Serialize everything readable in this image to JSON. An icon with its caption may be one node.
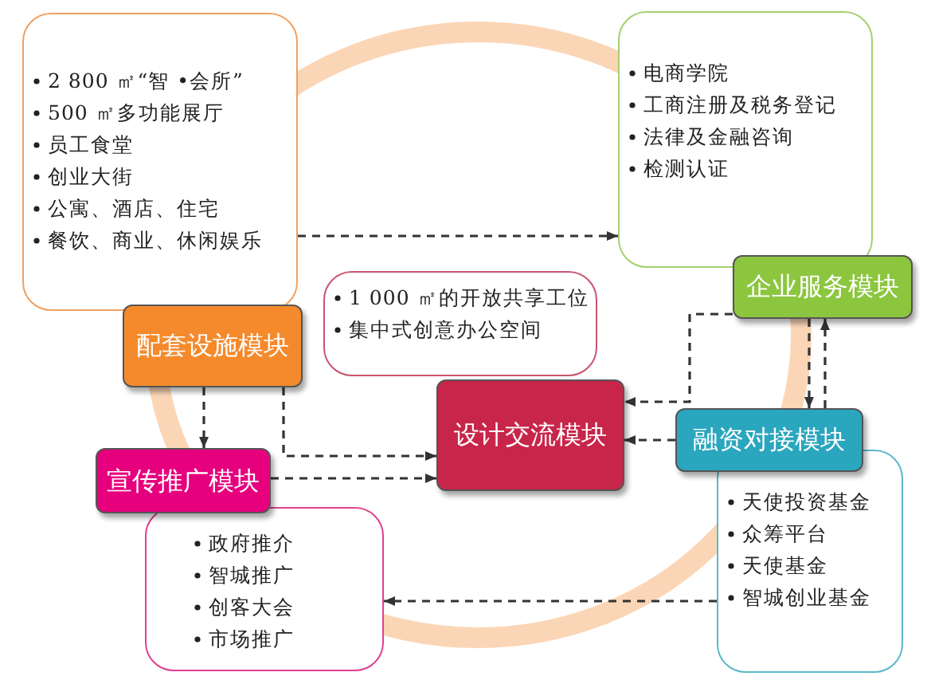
{
  "diagram": {
    "nodes": [
      {
        "text": [
          "2 800 ㎡“智 •会所”",
          "500 ㎡多功能展厅",
          "员工食堂",
          "创业大街",
          "公寓、酒店、住宅",
          "餐饮、商业、休闲娱乐"
        ]
      },
      {
        "text": [
          "配套设施模块"
        ]
      },
      {
        "text": [
          "电商学院",
          "工商注册及税务登记",
          "法律及金融咨询",
          "检测认证"
        ]
      },
      {
        "text": [
          "企业服务模块"
        ]
      },
      {
        "text": [
          "1 000 ㎡的开放共享工位",
          "集中式创意办公空间"
        ]
      },
      {
        "text": [
          "设计交流模块"
        ]
      },
      {
        "text": [
          "宣传推广模块"
        ]
      },
      {
        "text": [
          "政府推介",
          "智城推广",
          "创客大会",
          "市场推广"
        ]
      },
      {
        "text": [
          "融资对接模块"
        ]
      },
      {
        "text": [
          "天使投资基金",
          "众筹平台",
          "天使基金",
          "智城创业基金"
        ]
      }
    ],
    "edges": [
      {
        "from": 0,
        "to": 2,
        "arrow": "to",
        "style": "dashed"
      },
      {
        "from": 1,
        "to": 6,
        "arrow": "to",
        "style": "dashed"
      },
      {
        "from": 1,
        "to": 5,
        "arrow": "to",
        "style": "dashed"
      },
      {
        "from": 6,
        "to": 5,
        "arrow": "to",
        "style": "dashed"
      },
      {
        "from": 9,
        "to": 7,
        "arrow": "to",
        "style": "dashed"
      },
      {
        "from": 8,
        "to": 5,
        "arrow": "to",
        "style": "dashed"
      },
      {
        "from": 3,
        "to": 5,
        "arrow": "to",
        "style": "dashed"
      },
      {
        "from": 3,
        "to": 8,
        "arrow": "to",
        "style": "dashed"
      },
      {
        "from": 8,
        "to": 3,
        "arrow": "to",
        "style": "dashed"
      }
    ]
  }
}
